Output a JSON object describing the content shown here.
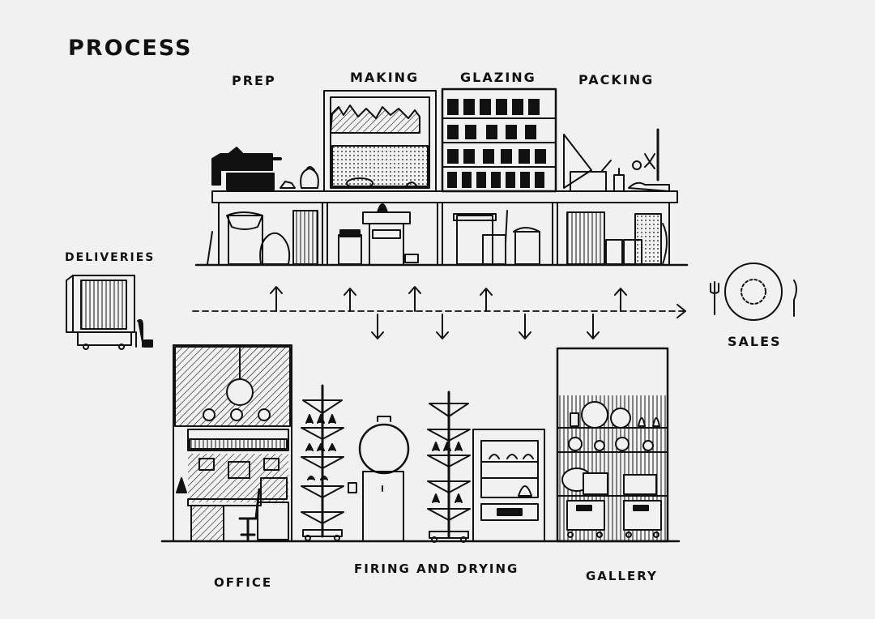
{
  "title": "PROCESS",
  "stations": {
    "prep": "PREP",
    "making": "MAKING",
    "glazing": "GLAZING",
    "packing": "PACKING",
    "deliveries": "DELIVERIES",
    "sales": "SALES",
    "office": "OFFICE",
    "firing": "FIRING AND DRYING",
    "gallery": "GALLERY"
  },
  "colors": {
    "ink": "#111111",
    "paper": "#f1f1f1"
  }
}
